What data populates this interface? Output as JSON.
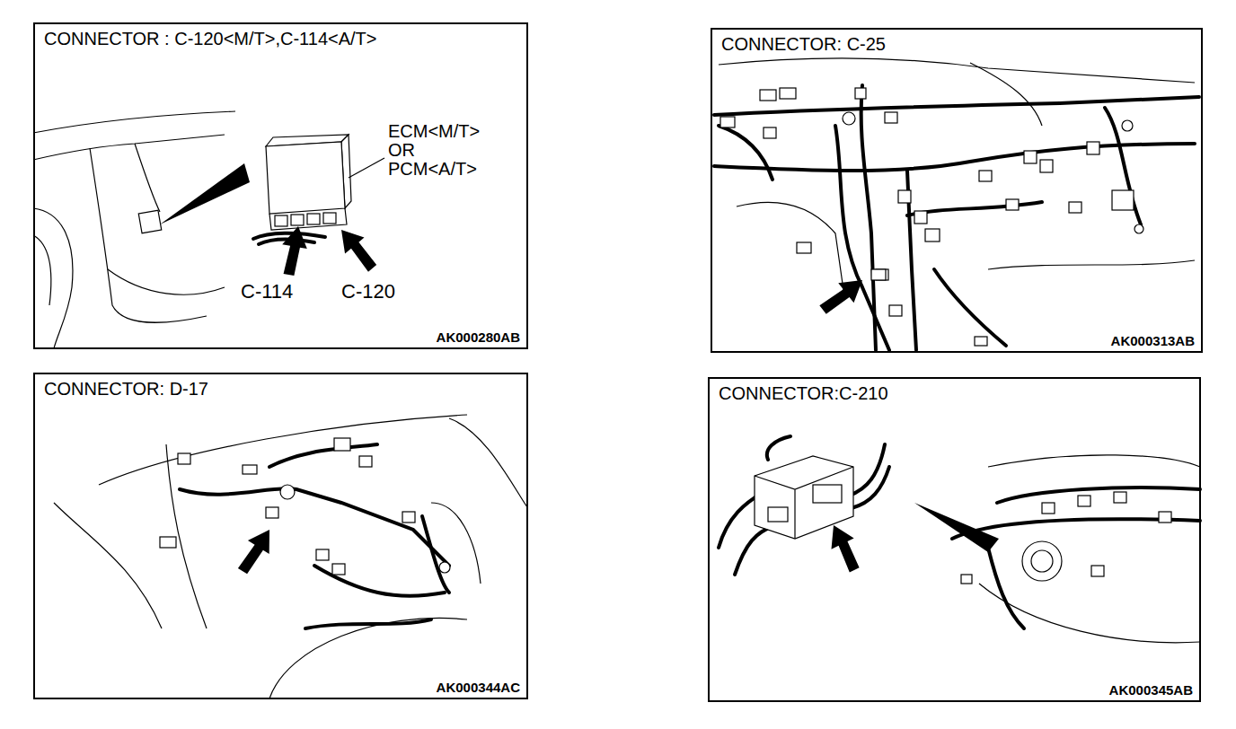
{
  "diagram": {
    "nodes": [
      {
        "text": [
          "CONNECTOR : C-120<M/T>,C-114<A/T>",
          "AK000280AB"
        ]
      },
      {
        "text": [
          "CONNECTOR: C-25",
          "AK000313AB"
        ]
      },
      {
        "text": [
          "CONNECTOR: D-17",
          "AK000344AC"
        ]
      },
      {
        "text": [
          "CONNECTOR:C-210",
          "AK000345AB"
        ]
      }
    ],
    "labels": [
      "ECM<M/T> OR PCM<A/T>",
      "C-114",
      "C-120"
    ]
  }
}
